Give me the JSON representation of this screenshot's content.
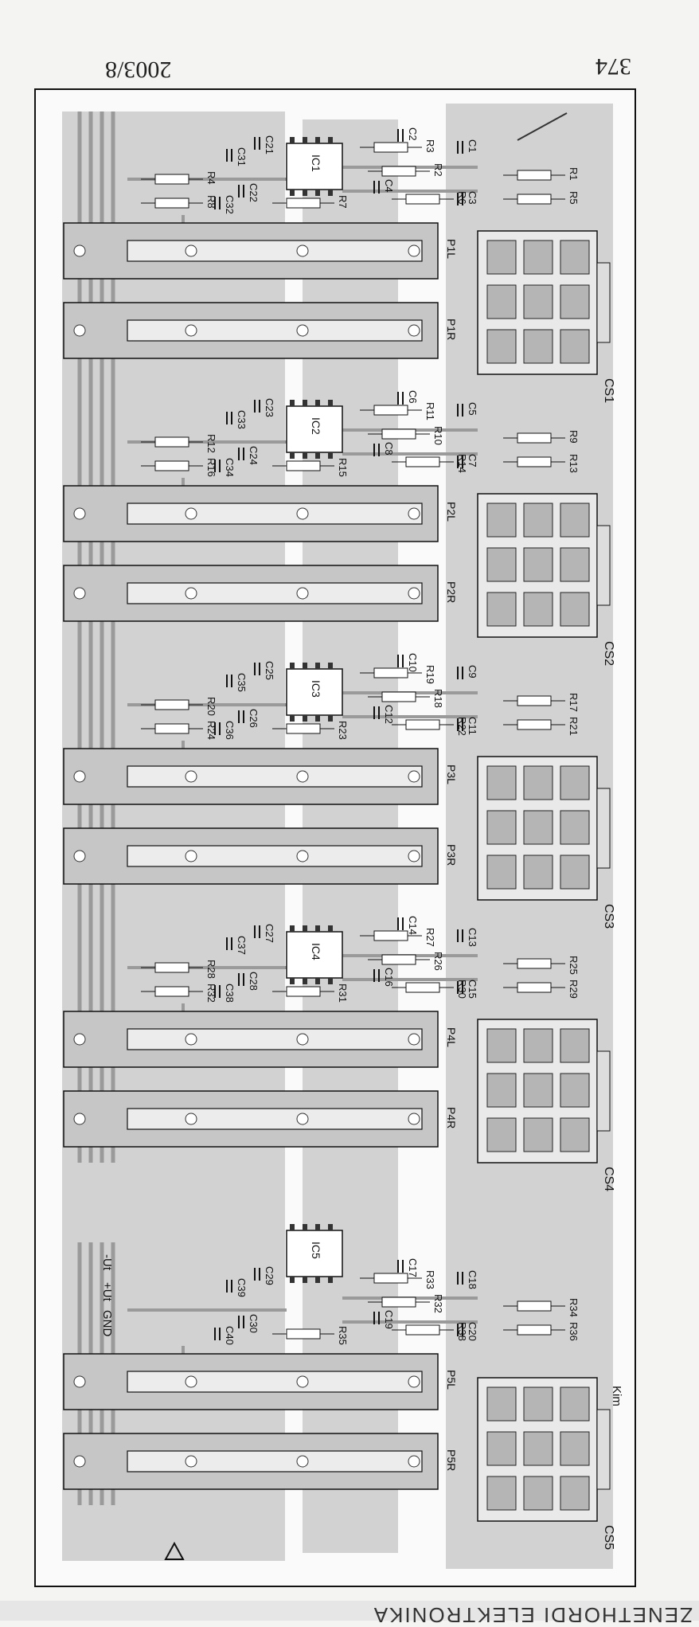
{
  "page": {
    "number": "374",
    "issue": "2003/8",
    "footer": "ZENETHORDI ELEKTRONIKA"
  },
  "labels": {
    "ic": [
      "IC1",
      "IC2",
      "IC3",
      "IC4",
      "IC5"
    ],
    "connectors": [
      "CS1",
      "CS2",
      "CS3",
      "CS4",
      "CS5"
    ],
    "pots": [
      "P1L",
      "P1R",
      "P2L",
      "P2R",
      "P3L",
      "P3R",
      "P4L",
      "P4R",
      "P5L",
      "P5R"
    ],
    "power": [
      "-Ut",
      "+Ut",
      "GND"
    ],
    "kim": "Kim",
    "stages": [
      {
        "r": [
          "R1",
          "R5",
          "R2",
          "R3",
          "R6",
          "R7",
          "R4",
          "R8"
        ],
        "c": [
          "C1",
          "C2",
          "C3",
          "C4",
          "C21",
          "C22",
          "C31",
          "C32"
        ]
      },
      {
        "r": [
          "R9",
          "R13",
          "R10",
          "R11",
          "R14",
          "R15",
          "R12",
          "R16"
        ],
        "c": [
          "C5",
          "C6",
          "C7",
          "C8",
          "C23",
          "C24",
          "C33",
          "C34"
        ]
      },
      {
        "r": [
          "R17",
          "R21",
          "R18",
          "R19",
          "R22",
          "R23",
          "R20",
          "R24"
        ],
        "c": [
          "C9",
          "C10",
          "C11",
          "C12",
          "C25",
          "C26",
          "C35",
          "C36"
        ]
      },
      {
        "r": [
          "R25",
          "R29",
          "R26",
          "R27",
          "R30",
          "R31",
          "R28",
          "R32"
        ],
        "c": [
          "C13",
          "C14",
          "C15",
          "C16",
          "C27",
          "C28",
          "C37",
          "C38"
        ]
      },
      {
        "r": [
          "R34",
          "R36",
          "R32",
          "R33",
          "R38",
          "R35",
          "",
          ""
        ],
        "c": [
          "C18",
          "C17",
          "C20",
          "C19",
          "C29",
          "C30",
          "C39",
          "C40"
        ]
      }
    ]
  }
}
